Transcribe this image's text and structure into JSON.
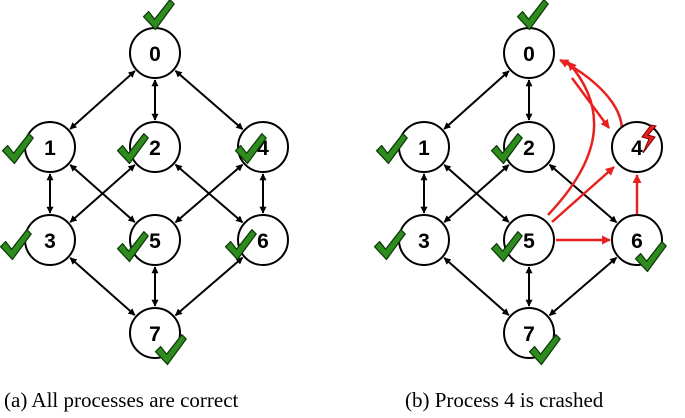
{
  "colors": {
    "node_fill": "#ffffff",
    "stroke": "#000000",
    "check": "#2e8b1e",
    "check_outline": "#0f3b0a",
    "crash_arrow": "#e8201e",
    "lightning": "#e8201e"
  },
  "icons": {
    "correct": "green-check-icon",
    "crashed": "red-lightning-icon"
  },
  "panels": [
    {
      "caption": "(a) All processes are correct",
      "nodes": [
        {
          "label": "0",
          "status": "correct"
        },
        {
          "label": "1",
          "status": "correct"
        },
        {
          "label": "2",
          "status": "correct"
        },
        {
          "label": "4",
          "status": "correct"
        },
        {
          "label": "3",
          "status": "correct"
        },
        {
          "label": "5",
          "status": "correct"
        },
        {
          "label": "6",
          "status": "correct"
        },
        {
          "label": "7",
          "status": "correct"
        }
      ]
    },
    {
      "caption": "(b) Process 4 is crashed",
      "nodes": [
        {
          "label": "0",
          "status": "correct"
        },
        {
          "label": "1",
          "status": "correct"
        },
        {
          "label": "2",
          "status": "correct"
        },
        {
          "label": "4",
          "status": "crashed"
        },
        {
          "label": "3",
          "status": "correct"
        },
        {
          "label": "5",
          "status": "correct"
        },
        {
          "label": "6",
          "status": "correct"
        },
        {
          "label": "7",
          "status": "correct"
        }
      ]
    }
  ]
}
